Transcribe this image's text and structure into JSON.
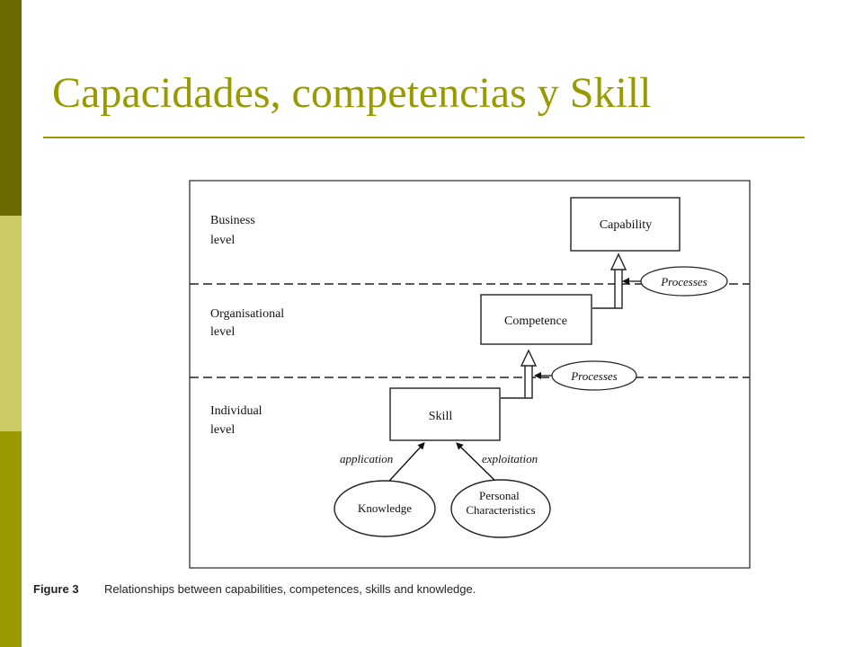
{
  "slide": {
    "title": "Capacidades, competencias y Skill"
  },
  "colors": {
    "bar_dark": "#6b6b00",
    "bar_light": "#cccc66",
    "bar_mid": "#999900",
    "title": "#999900"
  },
  "diagram": {
    "levels": {
      "business": [
        "Business",
        "level"
      ],
      "organisational": [
        "Organisational",
        "level"
      ],
      "individual": [
        "Individual",
        "level"
      ]
    },
    "nodes": {
      "capability": "Capability",
      "competence": "Competence",
      "skill": "Skill",
      "knowledge": "Knowledge",
      "personal": [
        "Personal",
        "Characteristics"
      ]
    },
    "processes": [
      "Processes",
      "Processes"
    ],
    "edges": {
      "application": "application",
      "exploitation": "exploitation"
    }
  },
  "caption": {
    "number": "Figure 3",
    "text": "Relationships between capabilities, competences, skills and knowledge."
  }
}
